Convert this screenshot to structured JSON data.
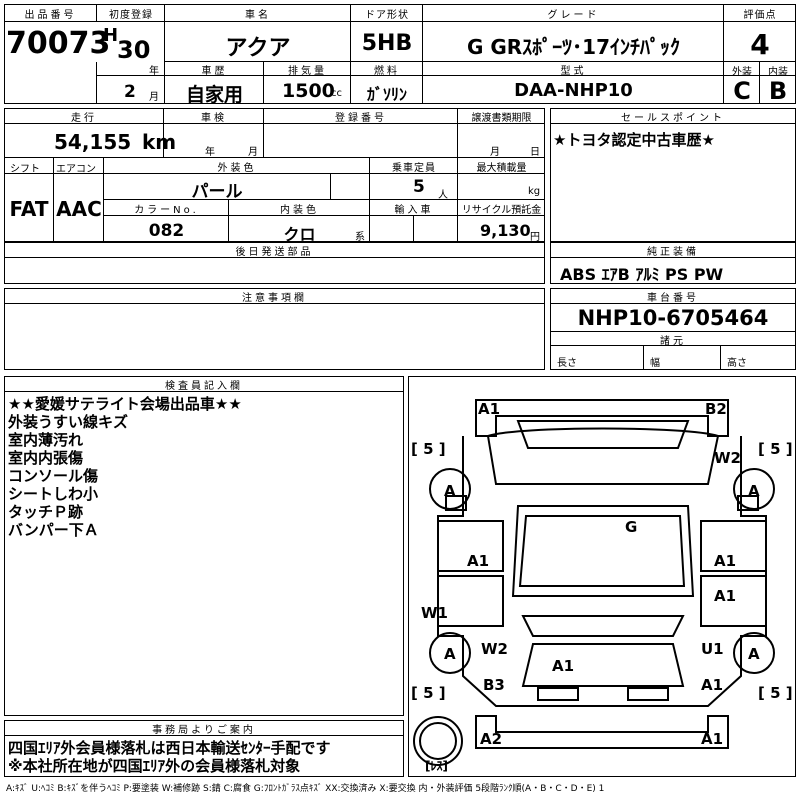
{
  "header": {
    "lot_label": "出品番号",
    "lot_no": "70073",
    "first_reg_label": "初度登録",
    "era": "H",
    "year": "30",
    "year_unit": "年",
    "month": "2",
    "month_unit": "月",
    "name_label": "車名",
    "name": "アクア",
    "doors_label": "ドア形状",
    "doors": "5HB",
    "grade_label": "グレード",
    "grade": "G GRｽﾎﾟｰﾂ･17ｲﾝﾁﾊﾟｯｸ",
    "score_label": "評価点",
    "score": "4",
    "history_label": "車歴",
    "history": "自家用",
    "displacement_label": "排気量",
    "displacement": "1500",
    "displacement_unit": "cc",
    "fuel_label": "燃料",
    "fuel": "ｶﾞｿﾘﾝ",
    "model_label": "型式",
    "model": "DAA-NHP10",
    "exterior_label": "外装",
    "exterior": "C",
    "interior_label": "内装",
    "interior": "B"
  },
  "row2": {
    "mileage_label": "走行",
    "mileage": "54,155",
    "mileage_unit": "km",
    "inspection_label": "車検",
    "insp_year_unit": "年",
    "insp_month_unit": "月",
    "reg_no_label": "登録番号",
    "transfer_label": "譲渡書類期限",
    "tr_month_unit": "月",
    "tr_day_unit": "日",
    "sales_point_label": "セールスポイント",
    "sales_point": "★トヨタ認定中古車歴★"
  },
  "row3": {
    "shift_label": "シフト",
    "shift": "FAT",
    "ac_label": "エアコン",
    "ac": "AAC",
    "color_label": "外装色",
    "color": "パール",
    "capacity_label": "乗車定員",
    "capacity": "5",
    "capacity_unit": "人",
    "loadmax_label": "最大積載量",
    "loadmax_unit": "kg",
    "color_no_label": "カラーNo.",
    "color_no": "082",
    "int_color_label": "内装色",
    "int_color": "クロ",
    "int_color_unit": "系",
    "import_label": "輸入車",
    "recycle_label": "リサイクル預託金",
    "recycle": "9,130",
    "recycle_unit": "円"
  },
  "later_parts_label": "後日発送部品",
  "equipment_label": "純正装備",
  "equipment": "ABS ｴｱB ｱﾙﾐ PS PW",
  "caution_label": "注意事項欄",
  "chassis_label": "車台番号",
  "chassis": "NHP10-6705464",
  "dims_label": "諸元",
  "length_label": "長さ",
  "width_label": "幅",
  "height_label": "高さ",
  "inspector_label": "検査員記入欄",
  "inspector_notes": [
    "★★愛媛サテライト会場出品車★★",
    "外装うすい線キズ",
    "室内薄汚れ",
    "室内内張傷",
    "コンソール傷",
    "シートしわ小",
    "タッチＰ跡",
    "バンパー下Ａ"
  ],
  "office_label": "事務局よりご案内",
  "office_notes": [
    "四国ｴﾘｱ外会員様落札は西日本輸送ｾﾝﾀｰ手配です",
    "※本社所在地が四国ｴﾘｱ外の会員様落札対象"
  ],
  "damage": {
    "top_left": "A1",
    "top_right": "B2",
    "w2_top": "W2",
    "tire_fl": "A",
    "tire_fr": "A",
    "tire_rl": "A",
    "tire_rr": "A",
    "bracket_tl": "[ 5 ]",
    "bracket_tr": "[ 5 ]",
    "bracket_bl": "[ 5 ]",
    "bracket_br": "[ 5 ]",
    "roof": "G",
    "door_fl": "A1",
    "door_fr": "A1",
    "door_rr": "A1",
    "w1_left": "W1",
    "w2_left": "W2",
    "u1_right": "U1",
    "trunk": "A1",
    "b3": "B3",
    "rear_right": "A1",
    "bottom_left": "A2",
    "bottom_right": "A1",
    "spare": "[ﾚｽ]"
  },
  "legend": "A:ｷｽﾞ U:ﾍｺﾐ B:ｷｽﾞを伴うﾍｺﾐ P:要塗装 W:補修跡 S:錆 C:腐食 G:ﾌﾛﾝﾄｶﾞﾗｽ点ｷｽﾞ XX:交換済み X:要交換 内・外装評価 5段階ﾗﾝｸ順(A・B・C・D・E) 1"
}
